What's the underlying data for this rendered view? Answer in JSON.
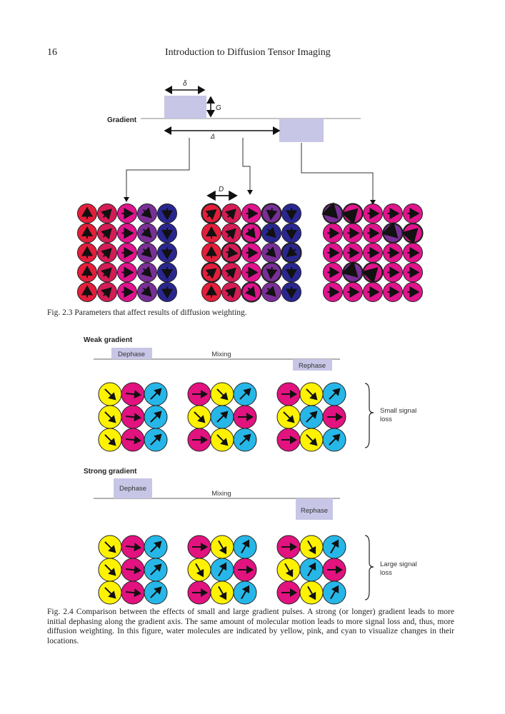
{
  "page": {
    "number": "16",
    "running_head": "Introduction to Diffusion Tensor Imaging"
  },
  "fig23": {
    "gradient_label": "Gradient",
    "delta_small": "δ",
    "g_label": "G",
    "delta_big": "Δ",
    "d_label": "D",
    "caption": "Fig. 2.3  Parameters that affect results of diffusion weighting."
  },
  "fig24": {
    "weak": {
      "title": "Weak gradient",
      "dephase": "Dephase",
      "mixing": "Mixing",
      "rephase": "Rephase",
      "result": [
        "Small signal",
        "loss"
      ]
    },
    "strong": {
      "title": "Strong gradient",
      "dephase": "Dephase",
      "mixing": "Mixing",
      "rephase": "Rephase",
      "result": [
        "Large signal",
        "loss"
      ]
    },
    "caption": "Fig. 2.4  Comparison between the effects of small and large gradient pulses. A strong (or longer) gradient leads to more initial dephasing along the gradient axis. The same amount of molecular motion leads to more signal loss and, thus, more diffusion weighting. In this figure, water molecules are indicated by yellow, pink, and cyan to visualize changes in their locations."
  },
  "colors": {
    "pulse_fill": "#c8c6e6",
    "red": "#e41e3a",
    "crimson": "#d41c55",
    "magenta": "#e0148c",
    "purple": "#7a2f98",
    "navy": "#2a2690",
    "yellow": "#fff200",
    "pink": "#e2127f",
    "cyan": "#26b7e8"
  }
}
